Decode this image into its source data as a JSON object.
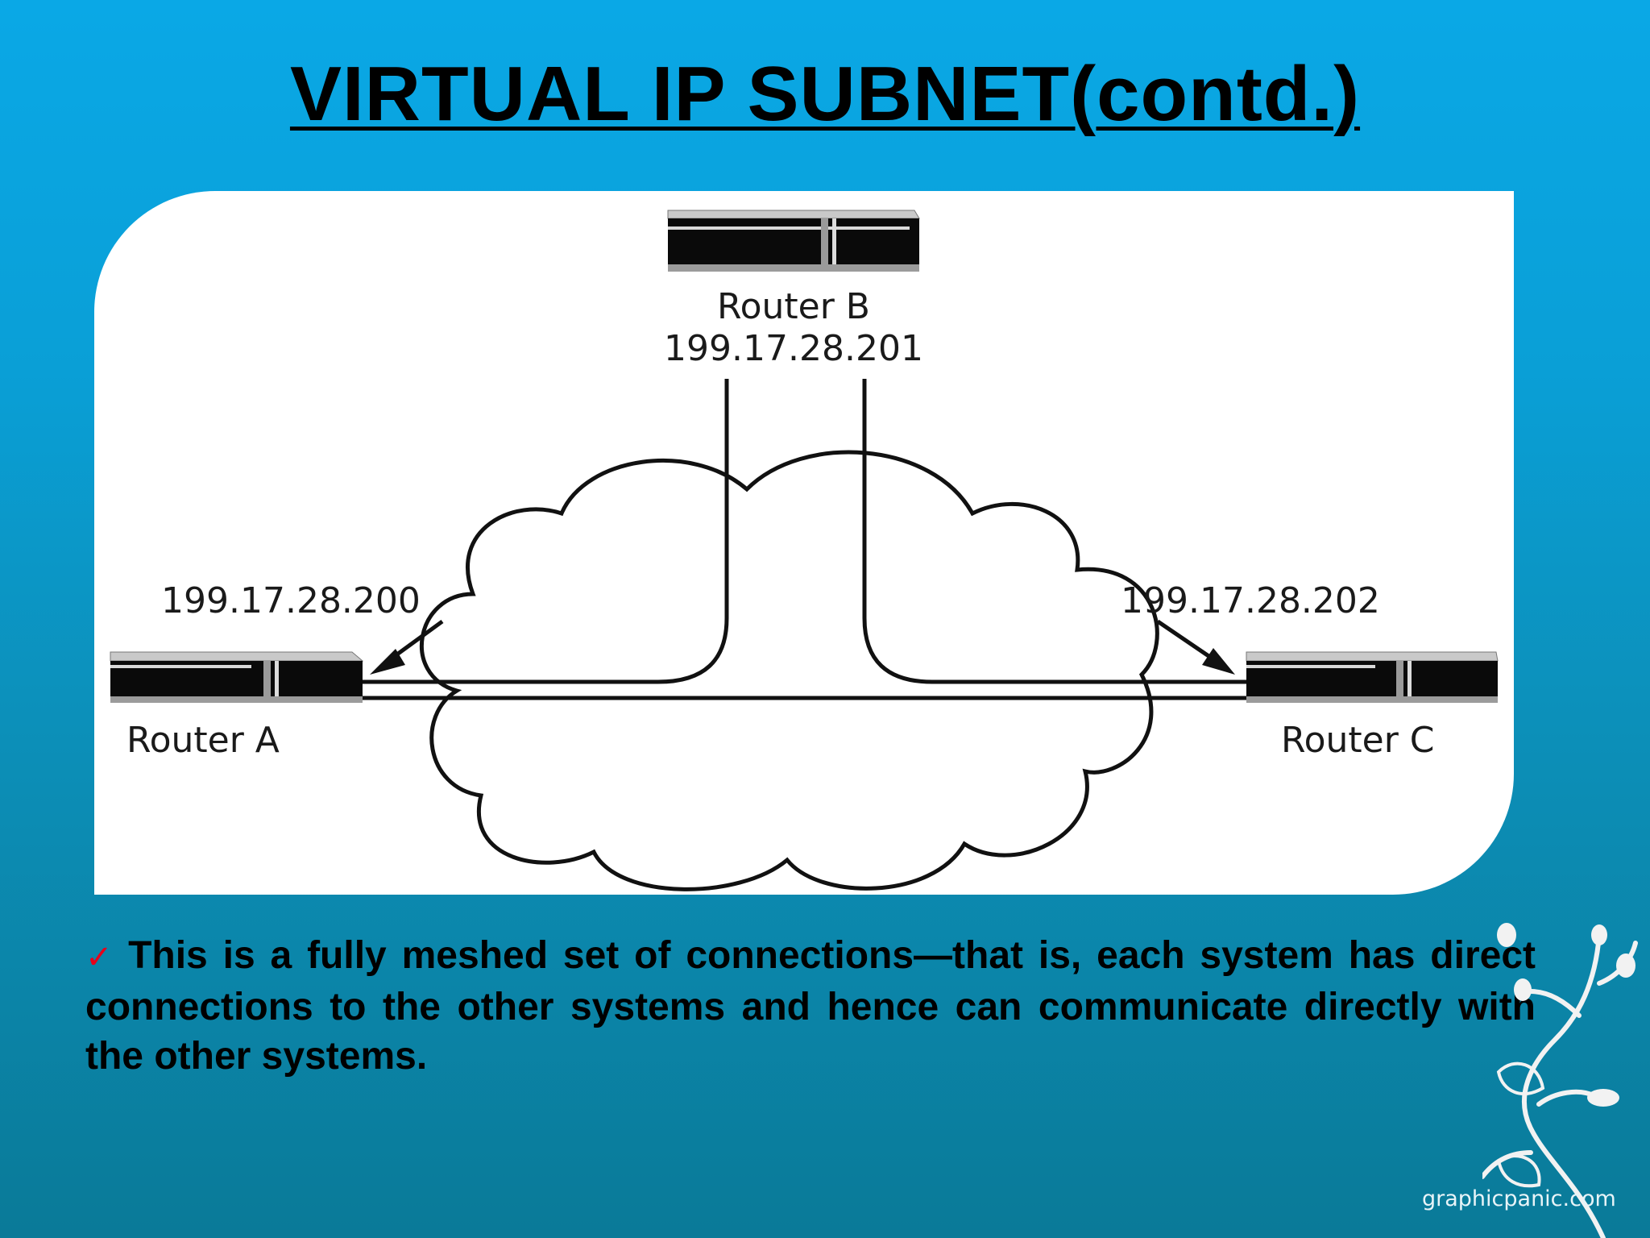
{
  "slide": {
    "title": "VIRTUAL IP SUBNET(contd.)",
    "bullet_icon": "check-mark-icon",
    "bullet_text": "This is a fully meshed set of connections—that is, each system has direct connections to the other systems and hence can communicate directly with the other systems.",
    "watermark": "graphicpanic.com"
  },
  "diagram": {
    "router_a": {
      "label": "Router A",
      "ip": "199.17.28.200"
    },
    "router_b": {
      "label": "Router B",
      "ip": "199.17.28.201"
    },
    "router_c": {
      "label": "Router C",
      "ip": "199.17.28.202"
    }
  },
  "colors": {
    "background_top": "#0aa8e6",
    "background_bottom": "#0a7a98",
    "check_mark": "#e8001a",
    "diagram_bg": "#ffffff"
  }
}
